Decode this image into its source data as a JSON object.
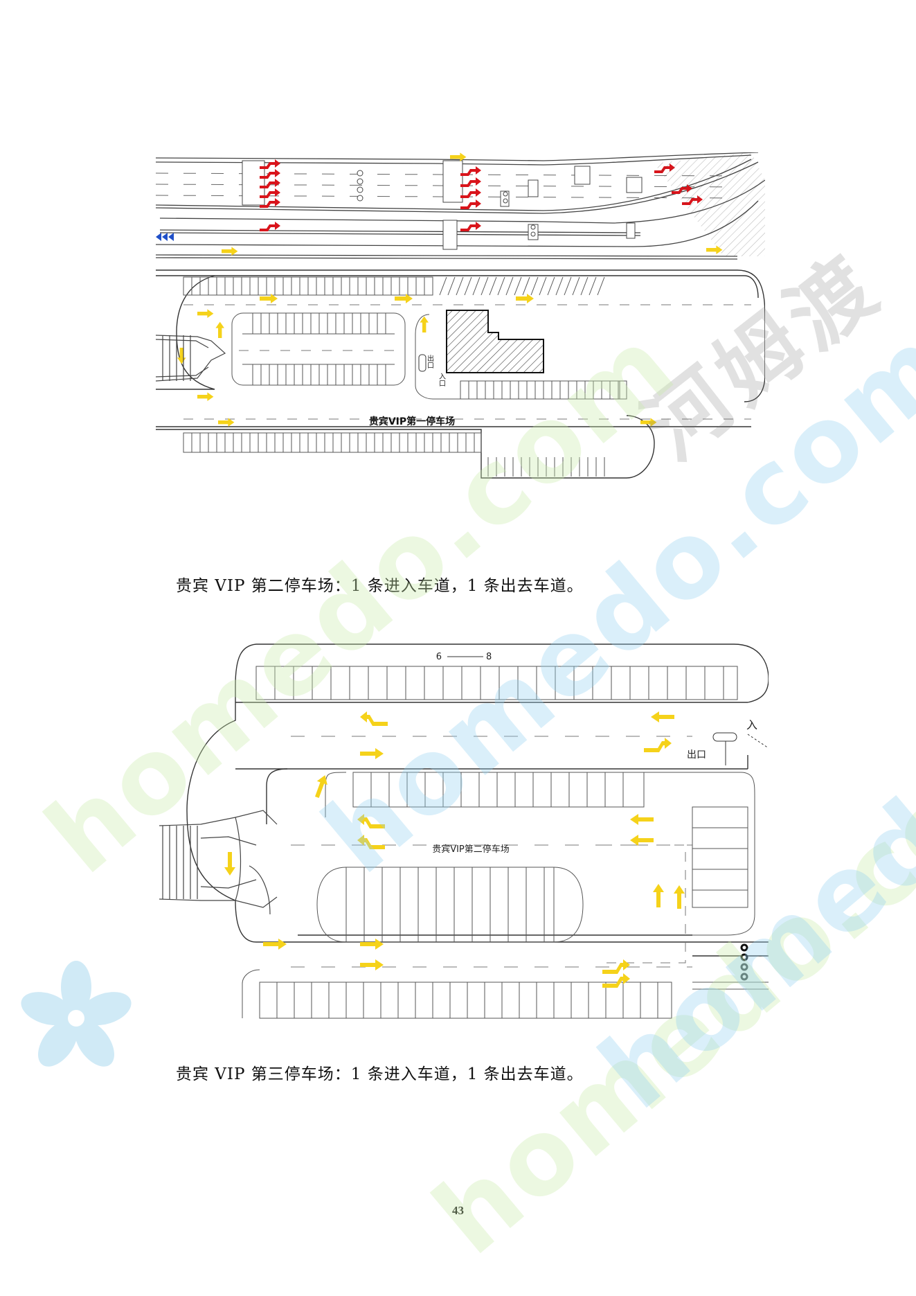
{
  "diagram1": {
    "title": "贵宾VIP第一停车场",
    "label_exit": "出口",
    "label_entry": "入口"
  },
  "caption1": "贵宾 VIP 第二停车场：1 条进入车道，1 条出去车道。",
  "diagram2": {
    "title": "贵宾VIP第二停车场",
    "label_range_start": "6",
    "label_range_end": "8",
    "label_entry": "入",
    "label_exit": "出口"
  },
  "caption2": "贵宾 VIP 第三停车场：1 条进入车道，1 条出去车道。",
  "page_number": "43",
  "watermark": {
    "text_cn": "河姆渡",
    "text_en": "homedo.com"
  },
  "colors": {
    "arrow_yellow": "#f5d21a",
    "arrow_red": "#d9141b",
    "line": "#333333",
    "hatch": "#444444"
  }
}
